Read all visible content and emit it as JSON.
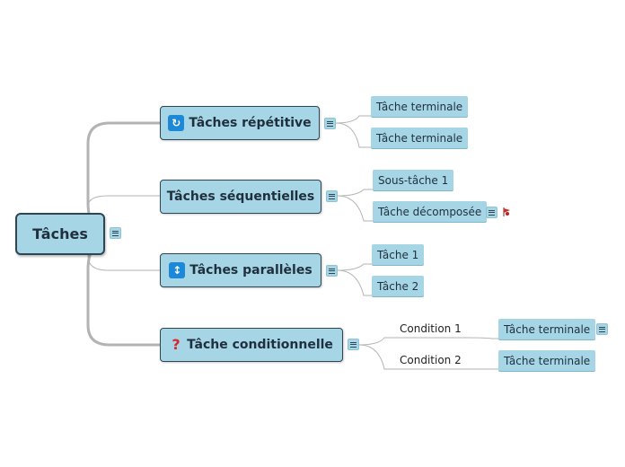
{
  "root": {
    "label": "Tâches"
  },
  "branches": [
    {
      "label": "Tâches répétitive",
      "icon": "repeat-arrow-icon",
      "children": [
        "Tâche terminale",
        "Tâche terminale"
      ]
    },
    {
      "label": "Tâches séquentielles",
      "children": [
        "Sous-tâche 1",
        "Tâche décomposée"
      ]
    },
    {
      "label": "Tâches parallèles",
      "icon": "up-down-arrow-icon",
      "children": [
        "Tâche 1",
        "Tâche 2"
      ]
    },
    {
      "label": "Tâche conditionnelle",
      "icon": "question-mark-icon",
      "conditions": [
        {
          "label": "Condition 1",
          "task": "Tâche terminale"
        },
        {
          "label": "Condition 2",
          "task": "Tâche terminale"
        }
      ]
    }
  ],
  "colors": {
    "node_fill": "#a6d6e6",
    "node_border": "#2e4553",
    "connector": "#b3b3b3",
    "icon_blue": "#1b88d8",
    "question_red": "#d9262c"
  }
}
